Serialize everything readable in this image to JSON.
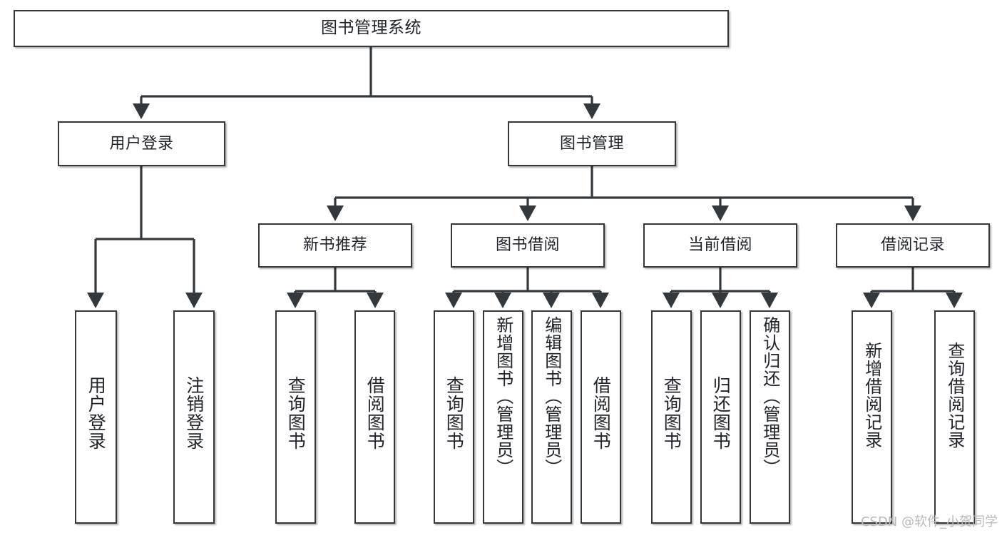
{
  "diagram": {
    "type": "tree",
    "title": "图书管理系统",
    "root": {
      "id": "root",
      "label": "图书管理系统"
    },
    "level1": [
      {
        "id": "user-login",
        "label": "用户登录"
      },
      {
        "id": "book-manage",
        "label": "图书管理"
      }
    ],
    "level2": [
      {
        "id": "new-book-recommend",
        "label": "新书推荐"
      },
      {
        "id": "book-borrow",
        "label": "图书借阅"
      },
      {
        "id": "current-borrow",
        "label": "当前借阅"
      },
      {
        "id": "borrow-record",
        "label": "借阅记录"
      }
    ],
    "leaves": [
      {
        "id": "leaf-user-login",
        "label": "用户登录"
      },
      {
        "id": "leaf-logout-login",
        "label": "注销登录"
      },
      {
        "id": "leaf-query-book-1",
        "label": "查询图书"
      },
      {
        "id": "leaf-borrow-book-1",
        "label": "借阅图书"
      },
      {
        "id": "leaf-query-book-2",
        "label": "查询图书"
      },
      {
        "id": "leaf-add-book",
        "label": "新增图书（管理员）"
      },
      {
        "id": "leaf-edit-book",
        "label": "编辑图书（管理员）"
      },
      {
        "id": "leaf-borrow-book-2",
        "label": "借阅图书"
      },
      {
        "id": "leaf-query-book-3",
        "label": "查询图书"
      },
      {
        "id": "leaf-return-book",
        "label": "归还图书"
      },
      {
        "id": "leaf-confirm-return",
        "label": "确认归还（管理员）"
      },
      {
        "id": "leaf-add-record",
        "label": "新增借阅记录"
      },
      {
        "id": "leaf-query-record",
        "label": "查询借阅记录"
      }
    ]
  },
  "watermark": {
    "text": "CSDN @软件_小贺同学"
  },
  "colors": {
    "border": "#33383d",
    "background": "#ffffff",
    "text": "#20242a",
    "edge": "#33383d",
    "watermark": "#b9b9b9"
  }
}
